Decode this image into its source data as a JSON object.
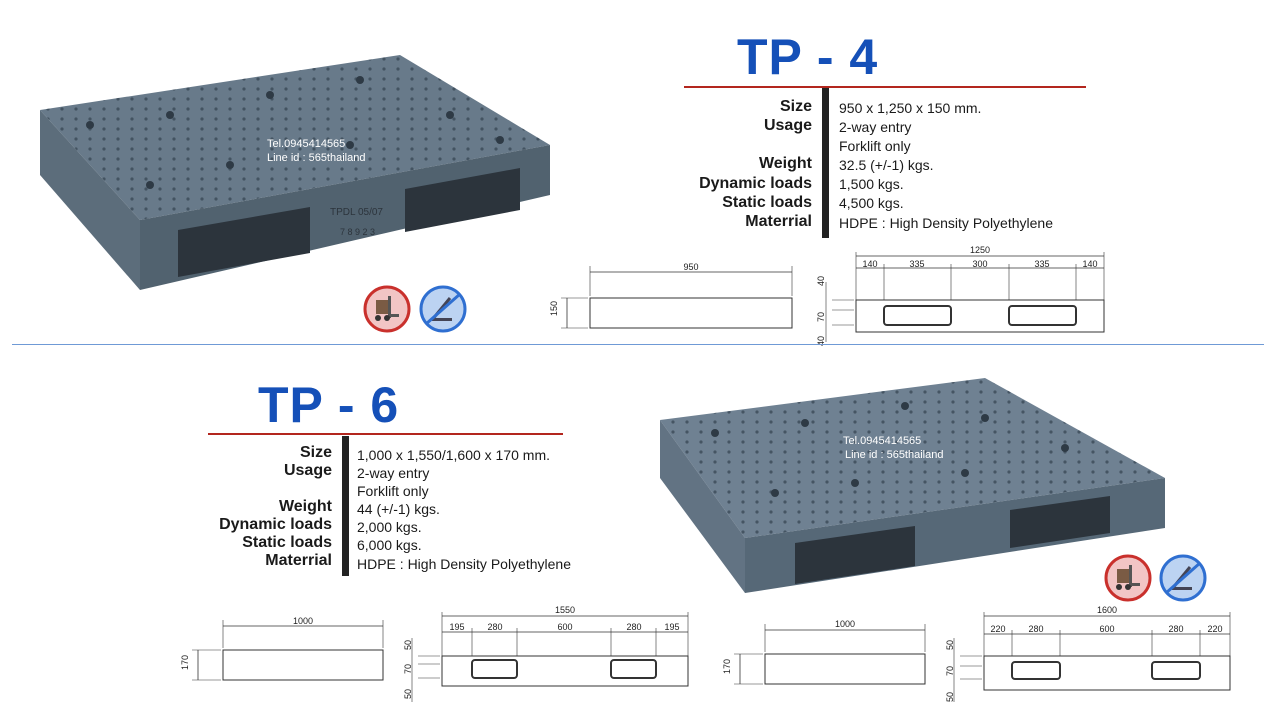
{
  "tp4": {
    "title": "TP - 4",
    "specs": [
      {
        "label": "Size",
        "value": "950 x 1,250 x 150 mm."
      },
      {
        "label": "Usage",
        "value": "2-way entry"
      },
      {
        "label": "",
        "value": "Forklift only"
      },
      {
        "label": "Weight",
        "value": "32.5 (+/-1) kgs."
      },
      {
        "label": "Dynamic loads",
        "value": "1,500 kgs."
      },
      {
        "label": "Static loads",
        "value": "4,500 kgs."
      },
      {
        "label": "Materrial",
        "value": "HDPE : High Density Polyethylene"
      }
    ],
    "photo": {
      "watermark_tel": "Tel.0945414565",
      "watermark_line": "Line id : 565thailand",
      "stamp": "TPDL 05/07",
      "stamp2": "7 8 9 2 3"
    },
    "side_drawing": {
      "width": "950",
      "height": "150"
    },
    "front_drawing": {
      "total": "1250",
      "segments": [
        "140",
        "335",
        "300",
        "335",
        "140"
      ],
      "vertical": [
        "40",
        "70",
        "40"
      ]
    }
  },
  "tp6": {
    "title": "TP - 6",
    "specs": [
      {
        "label": "Size",
        "value": "1,000 x 1,550/1,600 x 170 mm."
      },
      {
        "label": "Usage",
        "value": "2-way entry"
      },
      {
        "label": "",
        "value": "Forklift only"
      },
      {
        "label": "Weight",
        "value": "44 (+/-1) kgs."
      },
      {
        "label": "Dynamic loads",
        "value": "2,000 kgs."
      },
      {
        "label": "Static loads",
        "value": "6,000 kgs."
      },
      {
        "label": "Materrial",
        "value": "HDPE : High Density Polyethylene"
      }
    ],
    "photo": {
      "watermark_tel": "Tel.0945414565",
      "watermark_line": "Line id : 565thailand"
    },
    "side_drawing_a": {
      "width": "1000",
      "height": "170"
    },
    "front_drawing_a": {
      "total": "1550",
      "segments": [
        "195",
        "280",
        "600",
        "280",
        "195"
      ],
      "vertical": [
        "50",
        "70",
        "50"
      ]
    },
    "side_drawing_b": {
      "width": "1000",
      "height": "170"
    },
    "front_drawing_b": {
      "total": "1600",
      "segments": [
        "220",
        "280",
        "600",
        "280",
        "220"
      ],
      "vertical": [
        "50",
        "70",
        "50"
      ]
    }
  },
  "icons": {
    "forklift": "forklift-allowed-icon",
    "handpallet": "hand-pallet-prohibited-icon",
    "colors": {
      "red": "#d9534f",
      "blue": "#2f6fd1"
    }
  }
}
